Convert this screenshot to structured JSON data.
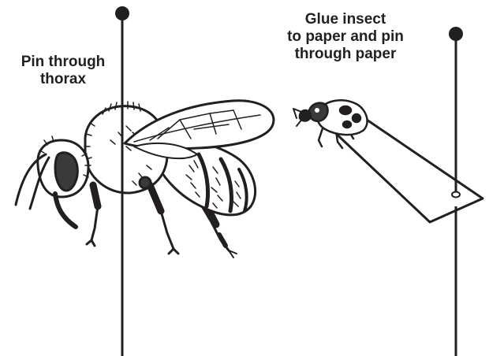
{
  "labels": {
    "pin_through_thorax": [
      "Pin through",
      "thorax"
    ],
    "glue_insect": [
      "Glue insect",
      "to paper and pin",
      "through paper"
    ]
  },
  "icons": {
    "bee": "bee-icon",
    "ladybug": "ladybug-icon",
    "pin": "pin-icon",
    "paper_point": "paper-triangle-icon"
  },
  "colors": {
    "ink": "#231f20",
    "dark_fill": "#3a3a3a",
    "wing_fill": "#ffffff",
    "background": "#ffffff"
  }
}
